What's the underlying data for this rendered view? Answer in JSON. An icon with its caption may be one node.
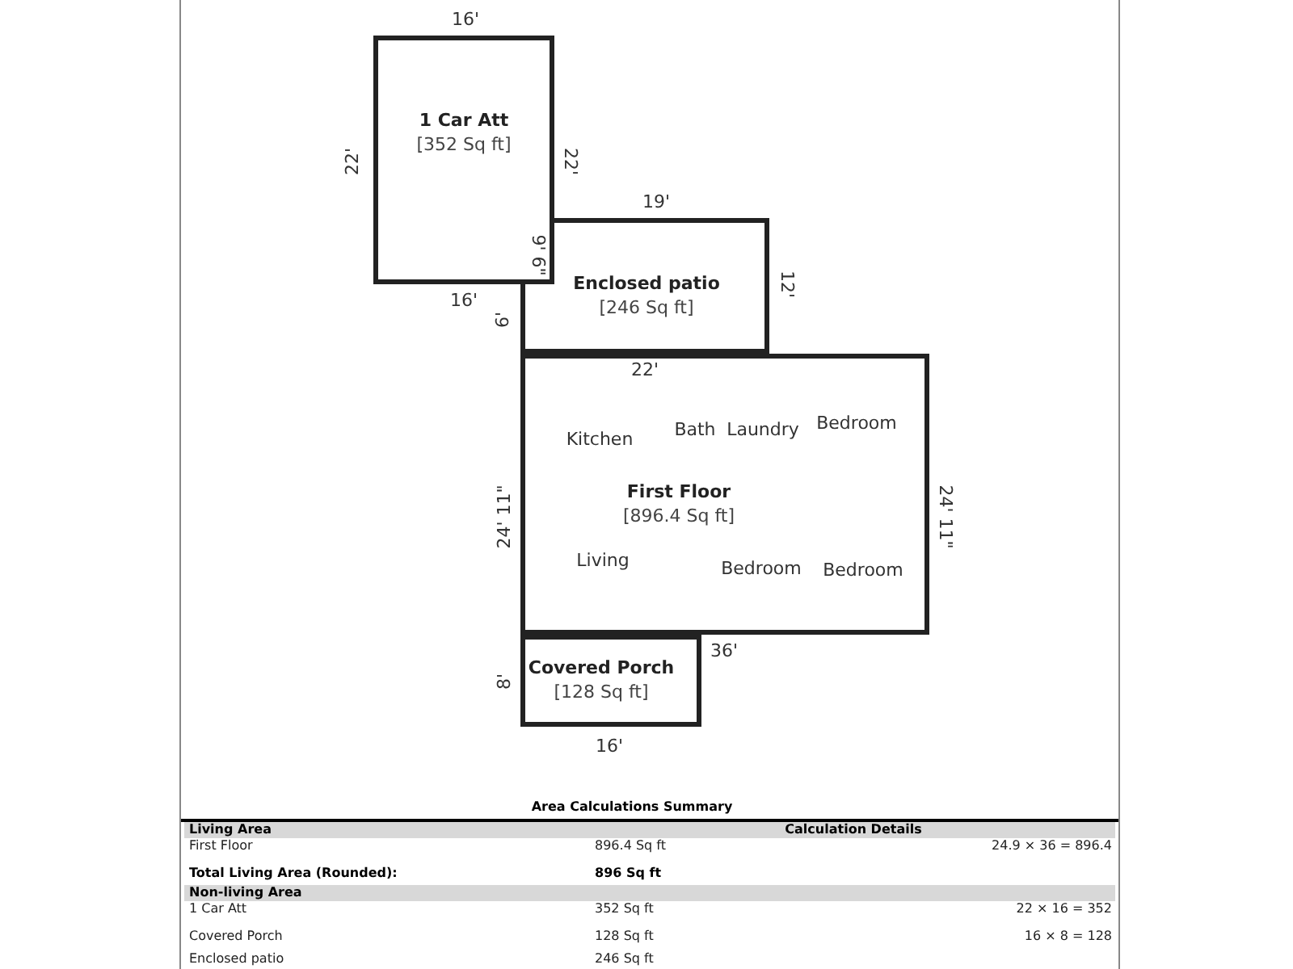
{
  "diagram": {
    "nodes": [
      {
        "text": [
          "1 Car Att",
          "[352 Sq ft]"
        ]
      },
      {
        "text": [
          "Enclosed patio",
          "[246 Sq ft]"
        ]
      },
      {
        "text": [
          "First Floor",
          "[896.4 Sq ft]"
        ]
      },
      {
        "text": [
          "Covered Porch",
          "[128 Sq ft]"
        ]
      }
    ],
    "labels": [
      "Kitchen",
      "Bath",
      "Laundry",
      "Bedroom",
      "Living",
      "Bedroom",
      "Bedroom",
      "16'",
      "22'",
      "22'",
      "9' 6\"",
      "19'",
      "12'",
      "16'",
      "6'",
      "22'",
      "24' 11\"",
      "24' 11\"",
      "36'",
      "8'",
      "16'",
      "Area Calculations Summary",
      "Living Area",
      "Calculation Details",
      "First Floor",
      "896.4 Sq ft",
      "24.9 × 36 = 896.4",
      "Total Living Area (Rounded):",
      "896 Sq ft",
      "Non-living Area",
      "1 Car Att",
      "352 Sq ft",
      "22 × 16 = 352",
      "Covered Porch",
      "128 Sq ft",
      "16 × 8 = 128",
      "Enclosed patio",
      "246 Sq ft"
    ]
  }
}
